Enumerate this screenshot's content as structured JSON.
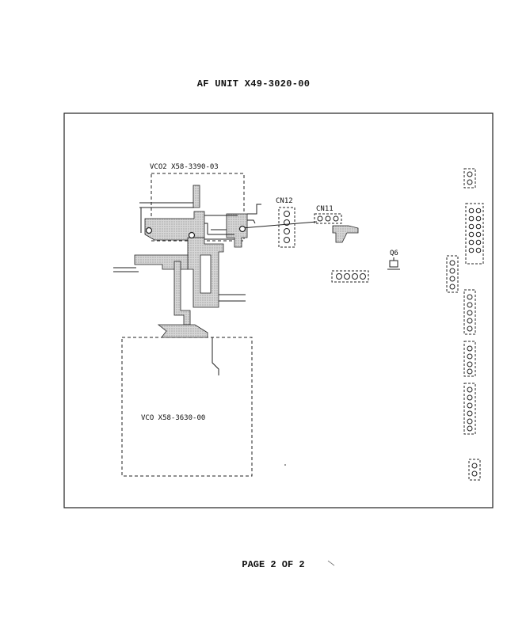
{
  "header": {
    "title": "AF UNIT X49-3020-00"
  },
  "footer": {
    "page": "PAGE 2 OF 2"
  },
  "labels": {
    "vco2": "VCO2 X58-3390-03",
    "vco": "VCO X58-3630-00",
    "cn12": "CN12",
    "cn11": "CN11",
    "q6": "Q6"
  },
  "colors": {
    "ink": "#111111",
    "trace_fill": "#c8c8c8",
    "board_border": "#222222"
  }
}
